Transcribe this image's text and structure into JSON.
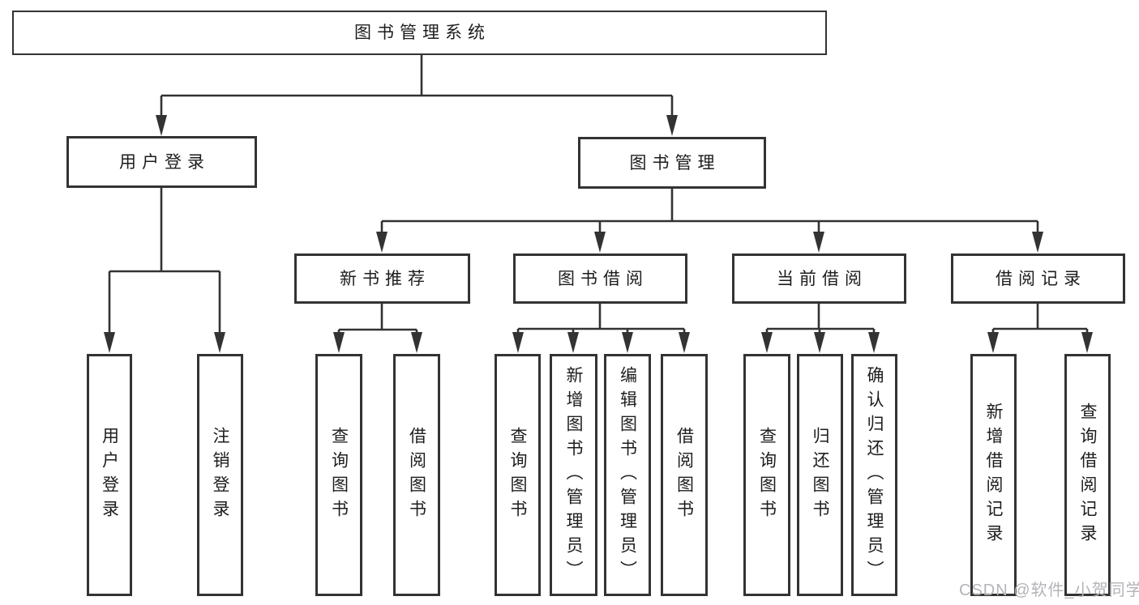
{
  "tree": {
    "root": {
      "label": "图书管理系统"
    },
    "branches": [
      {
        "label": "用户登录",
        "leaves": [
          {
            "label": "用户登录"
          },
          {
            "label": "注销登录"
          }
        ]
      },
      {
        "label": "图书管理",
        "groups": [
          {
            "label": "新书推荐",
            "leaves": [
              {
                "label": "查询图书"
              },
              {
                "label": "借阅图书"
              }
            ]
          },
          {
            "label": "图书借阅",
            "leaves": [
              {
                "label": "查询图书"
              },
              {
                "label": "新增图书（管理员）"
              },
              {
                "label": "编辑图书（管理员）"
              },
              {
                "label": "借阅图书"
              }
            ]
          },
          {
            "label": "当前借阅",
            "leaves": [
              {
                "label": "查询图书"
              },
              {
                "label": "归还图书"
              },
              {
                "label": "确认归还（管理员）"
              }
            ]
          },
          {
            "label": "借阅记录",
            "leaves": [
              {
                "label": "新增借阅记录"
              },
              {
                "label": "查询借阅记录"
              }
            ]
          }
        ]
      }
    ]
  },
  "watermark": {
    "text": "CSDN @软件_小贺同学"
  },
  "theme": {
    "line_color": "#333333",
    "text_color": "#1d1d1f",
    "background": "#ffffff",
    "watermark_color": "#b3b4b8"
  }
}
